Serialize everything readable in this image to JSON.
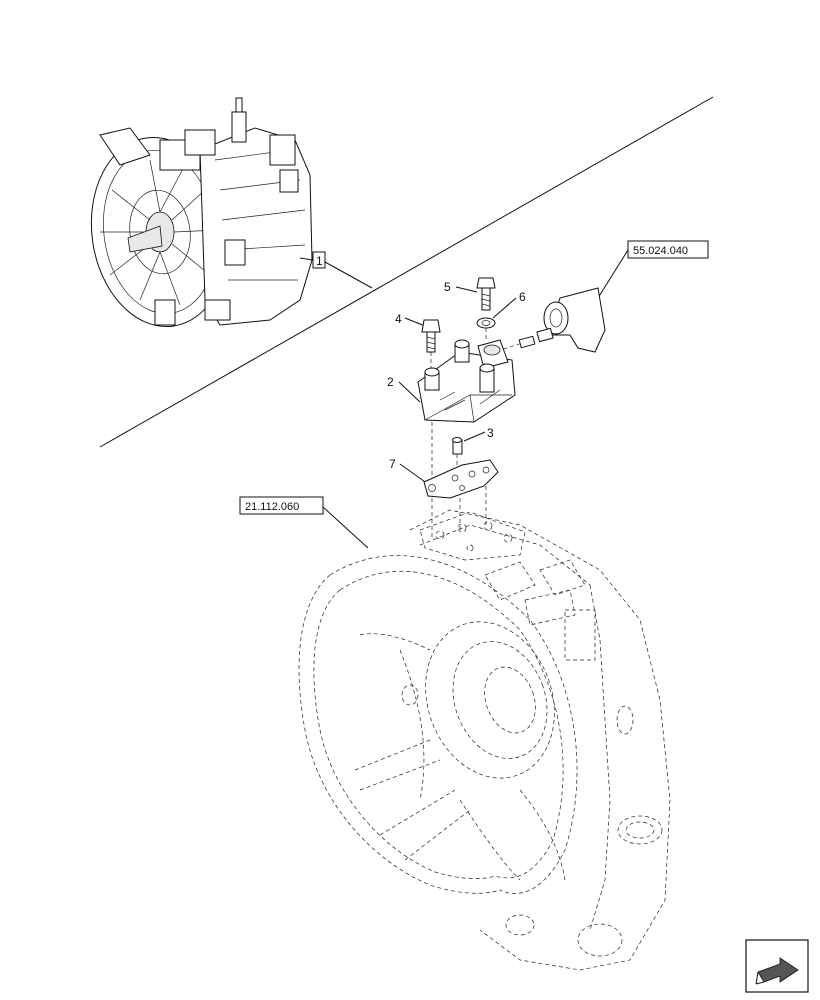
{
  "callouts": {
    "item_1": "1",
    "item_2": "2",
    "item_3": "3",
    "item_4": "4",
    "item_5": "5",
    "item_6": "6",
    "item_7": "7"
  },
  "references": {
    "sensor_ref": "55.024.040",
    "housing_ref": "21.112.060"
  },
  "icons": {
    "nav": "next-page-arrow-icon"
  },
  "colors": {
    "line": "#111111",
    "background": "#ffffff"
  }
}
